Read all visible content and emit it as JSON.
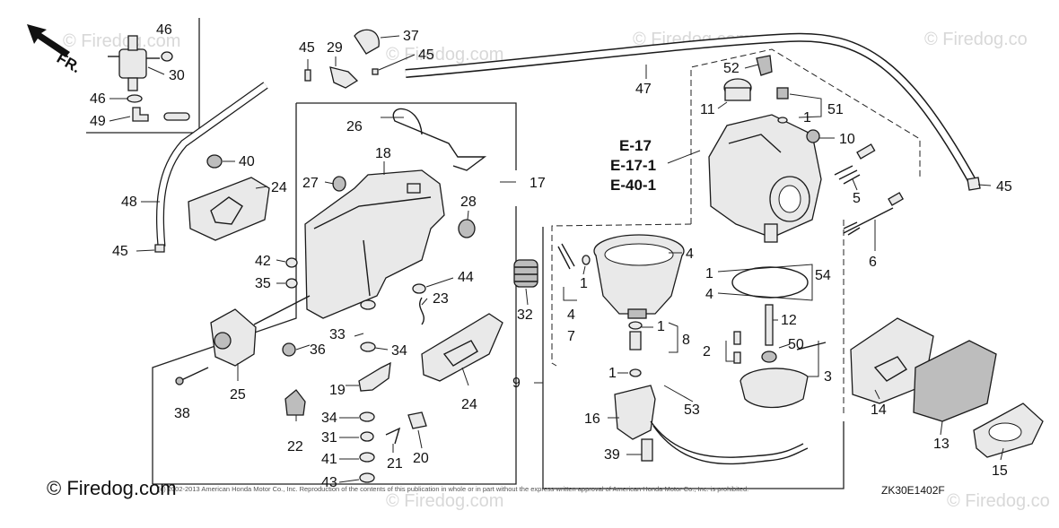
{
  "diagram": {
    "orientation_label": "FR.",
    "reference_lines": [
      "E-17",
      "E-17-1",
      "E-40-1"
    ],
    "watermark": "© Firedog.com",
    "watermark_partial": "© Firedog.co",
    "copyright": "(c) 2002-2013 American Honda Motor Co., Inc. Reproduction of the contents of this publication in whole or in part without the express written approval of American Honda Motor Co., Inc. is prohibited.",
    "diagram_code": "ZK30E1402F",
    "callouts": [
      "46",
      "30",
      "46",
      "49",
      "45",
      "29",
      "37",
      "45",
      "47",
      "52",
      "11",
      "51",
      "1",
      "10",
      "40",
      "24",
      "48",
      "45",
      "26",
      "18",
      "17",
      "27",
      "28",
      "5",
      "6",
      "45",
      "42",
      "35",
      "44",
      "23",
      "32",
      "4",
      "1",
      "54",
      "1",
      "4",
      "4",
      "7",
      "1",
      "8",
      "12",
      "2",
      "50",
      "3",
      "33",
      "36",
      "34",
      "25",
      "38",
      "19",
      "34",
      "22",
      "31",
      "41",
      "43",
      "21",
      "20",
      "24",
      "9",
      "1",
      "53",
      "16",
      "39",
      "14",
      "13",
      "15"
    ]
  }
}
